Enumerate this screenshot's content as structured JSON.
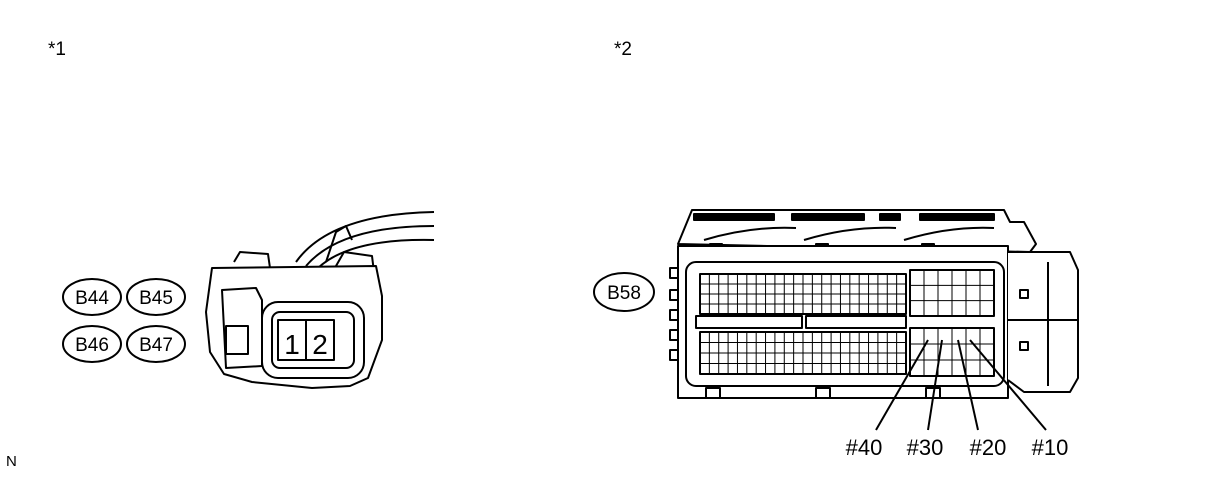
{
  "panels": [
    {
      "marker": "*1"
    },
    {
      "marker": "*2"
    }
  ],
  "connector_1": {
    "codes": [
      "B44",
      "B45",
      "B46",
      "B47"
    ],
    "pins": [
      "1",
      "2"
    ]
  },
  "connector_2": {
    "code": "B58",
    "pin_labels": [
      "#40",
      "#30",
      "#20",
      "#10"
    ]
  },
  "footer": {
    "code": "N"
  }
}
